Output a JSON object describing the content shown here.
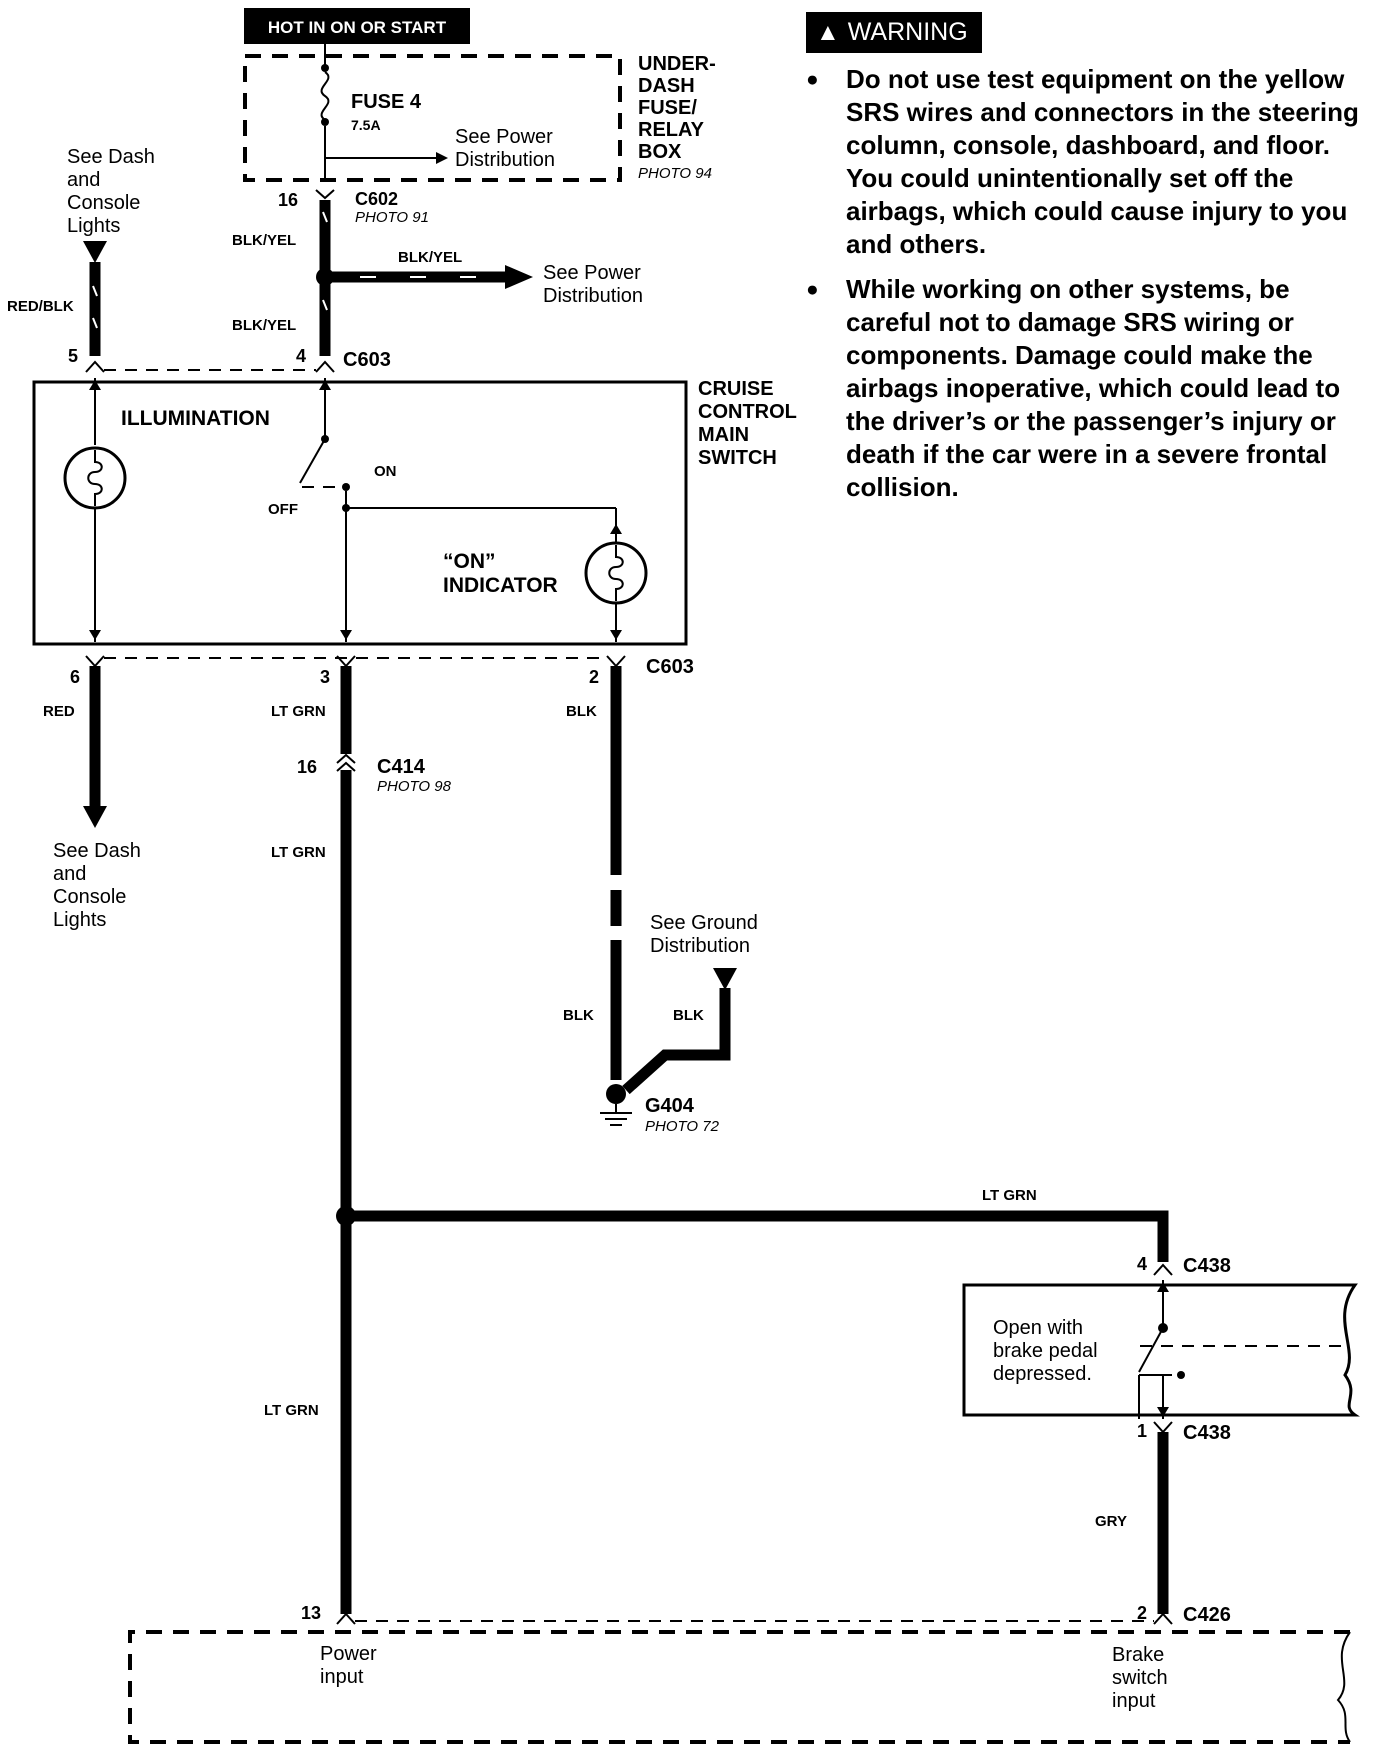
{
  "warning": {
    "badge": "WARNING",
    "items": [
      "Do not use test equipment on the yellow SRS wires and connectors in the steering column, console, dashboard, and floor. You could unintentionally set off the airbags, which could cause injury to you and others.",
      "While working on other systems, be careful not to damage SRS wiring or components. Damage could make the airbags inoperative, which could lead to the driver’s or the passenger’s injury or death if the car were in a severe frontal collision."
    ]
  },
  "hot_label": "HOT IN ON OR START",
  "fuse_box": {
    "label_lines": [
      "UNDER-",
      "DASH",
      "FUSE/",
      "RELAY",
      "BOX"
    ],
    "photo": "PHOTO 94",
    "fuse_name": "FUSE 4",
    "fuse_rating": "7.5A",
    "power_ref_lines": [
      "See Power",
      "Distribution"
    ]
  },
  "c602": {
    "name": "C602",
    "photo": "PHOTO 91",
    "pin": "16"
  },
  "wires": {
    "blk_yel": "BLK/YEL",
    "red_blk": "RED/BLK",
    "red": "RED",
    "lt_grn": "LT GRN",
    "blk": "BLK",
    "gry": "GRY"
  },
  "splice_ref_lines": [
    "See Power",
    "Distribution"
  ],
  "dash_lights_ref_lines": [
    "See Dash",
    "and",
    "Console",
    "Lights"
  ],
  "c603": {
    "name": "C603",
    "pins_top": [
      "5",
      "4"
    ],
    "pins_bottom": [
      "6",
      "3",
      "2"
    ]
  },
  "switch": {
    "name_lines": [
      "CRUISE",
      "CONTROL",
      "MAIN",
      "SWITCH"
    ],
    "illumination": "ILLUMINATION",
    "on": "ON",
    "off": "OFF",
    "indicator_lines": [
      "“ON”",
      "INDICATOR"
    ]
  },
  "c414": {
    "name": "C414",
    "photo": "PHOTO 98",
    "pin": "16"
  },
  "ground_ref_lines": [
    "See Ground",
    "Distribution"
  ],
  "g404": {
    "name": "G404",
    "photo": "PHOTO 72"
  },
  "brake_switch": {
    "note_lines": [
      "Open with",
      "brake pedal",
      "depressed."
    ],
    "connector": "C438",
    "pin_top": "4",
    "pin_bottom": "1"
  },
  "c426": {
    "name": "C426",
    "pin": "2"
  },
  "module": {
    "pin_power": "13",
    "power_input_lines": [
      "Power",
      "input"
    ],
    "brake_input_lines": [
      "Brake",
      "switch",
      "input"
    ]
  }
}
